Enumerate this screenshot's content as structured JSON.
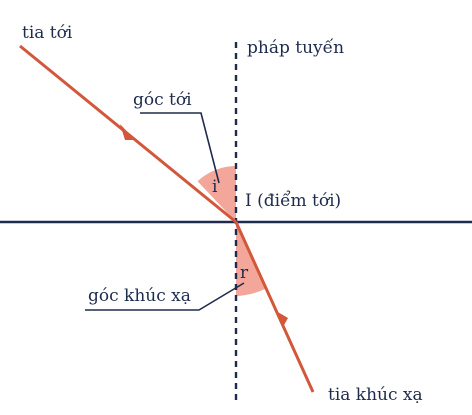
{
  "diagram": {
    "labels": {
      "incident_ray": "tia tới",
      "normal": "pháp tuyến",
      "angle_incidence": "góc tới",
      "angle_incidence_symbol": "i",
      "incidence_point": "I (điểm tới)",
      "angle_refraction_symbol": "r",
      "angle_refraction": "góc khúc xạ",
      "refracted_ray": "tia khúc xạ"
    },
    "colors": {
      "ray": "#d2573b",
      "angle_fill": "#f3a79b",
      "lines": "#1e2b4d",
      "text": "#1e2b4d"
    }
  }
}
